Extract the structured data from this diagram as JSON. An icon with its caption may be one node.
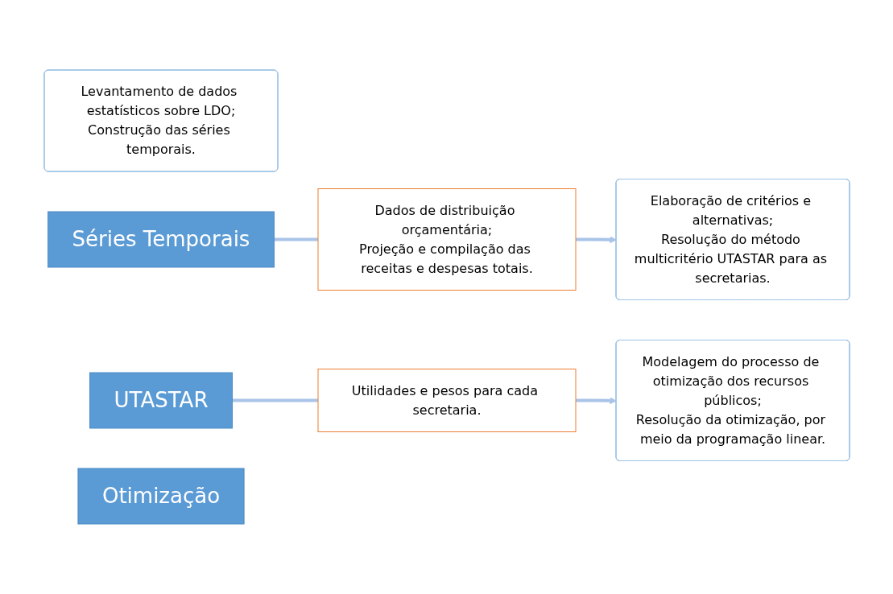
{
  "diagram": {
    "nodes": [
      {
        "text": [
          "Levantamento de dados estatísticos sobre LDO;",
          "Construção das séries temporais."
        ]
      },
      {
        "text": [
          "Séries Temporais"
        ]
      },
      {
        "text": [
          "Dados de distribuição orçamentária;",
          "Projeção e compilação das receitas e despesas totais."
        ]
      },
      {
        "text": [
          "UTASTAR"
        ]
      },
      {
        "text": [
          "Elaboração de critérios e alternativas;",
          "Resolução do método multicritério UTASTAR para as secretarias."
        ]
      },
      {
        "text": [
          "Utilidades e pesos para cada secretaria."
        ]
      },
      {
        "text": [
          "Modelagem do processo de otimização dos recursos públicos;",
          "Resolução da otimização, por meio da programação linear."
        ]
      },
      {
        "text": [
          "Otimização"
        ]
      }
    ],
    "edges": [
      {
        "from": 1,
        "to": 2,
        "arrow": "none"
      },
      {
        "from": 2,
        "to": 4,
        "arrow": "to"
      },
      {
        "from": 3,
        "to": 5,
        "arrow": "none"
      },
      {
        "from": 5,
        "to": 6,
        "arrow": "to"
      }
    ]
  }
}
